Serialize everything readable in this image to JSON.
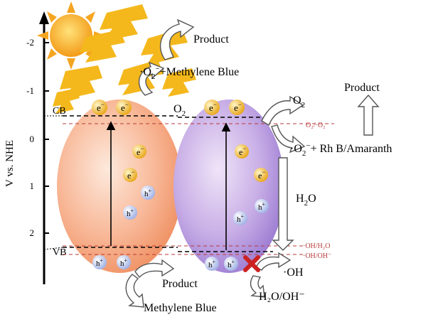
{
  "axis": {
    "label": "V vs. NHE",
    "ticks": [
      "-2",
      "-1",
      "0",
      "1",
      "2"
    ]
  },
  "band_labels": {
    "cb": "CB",
    "vb": "VB"
  },
  "electron": "e",
  "hole": "h",
  "charge_minus": "−",
  "charge_plus": "+",
  "left_top": {
    "product": "Product",
    "o2_prefix": "·O",
    "o2_sub": "2",
    "o2_sup": "−",
    "dye": "+Methylene Blue"
  },
  "center_o2": {
    "main": "O",
    "sub": "2"
  },
  "right": {
    "o2": {
      "main": "O",
      "sub": "2"
    },
    "radical_prefix": "·O",
    "radical_sub": "2",
    "radical_sup": "−",
    "dyes": "+ Rh B/Amaranth",
    "product": "Product",
    "h2o_main": "H",
    "h2o_sub": "2",
    "h2o_tail": "O",
    "oh_radical": "·OH",
    "h2o_oh": "H₂O/OH⁻"
  },
  "redox_labels": {
    "o2_couple": "O₂/·O₂⁻",
    "oh_h2o": "·OH/H₂O",
    "oh_ohm": "·OH/OH⁻"
  },
  "bottom": {
    "product": "Product",
    "dye": "Methylene Blue"
  },
  "colors": {
    "left_particle": "#f29a6a",
    "right_particle": "#a584d8",
    "electron": "#f2b92a",
    "hole": "#c9d3f2",
    "sun": "#f6a521",
    "ray": "#f4b81c",
    "redox_line": "#b83a3a",
    "blocked": "#cc2222"
  }
}
